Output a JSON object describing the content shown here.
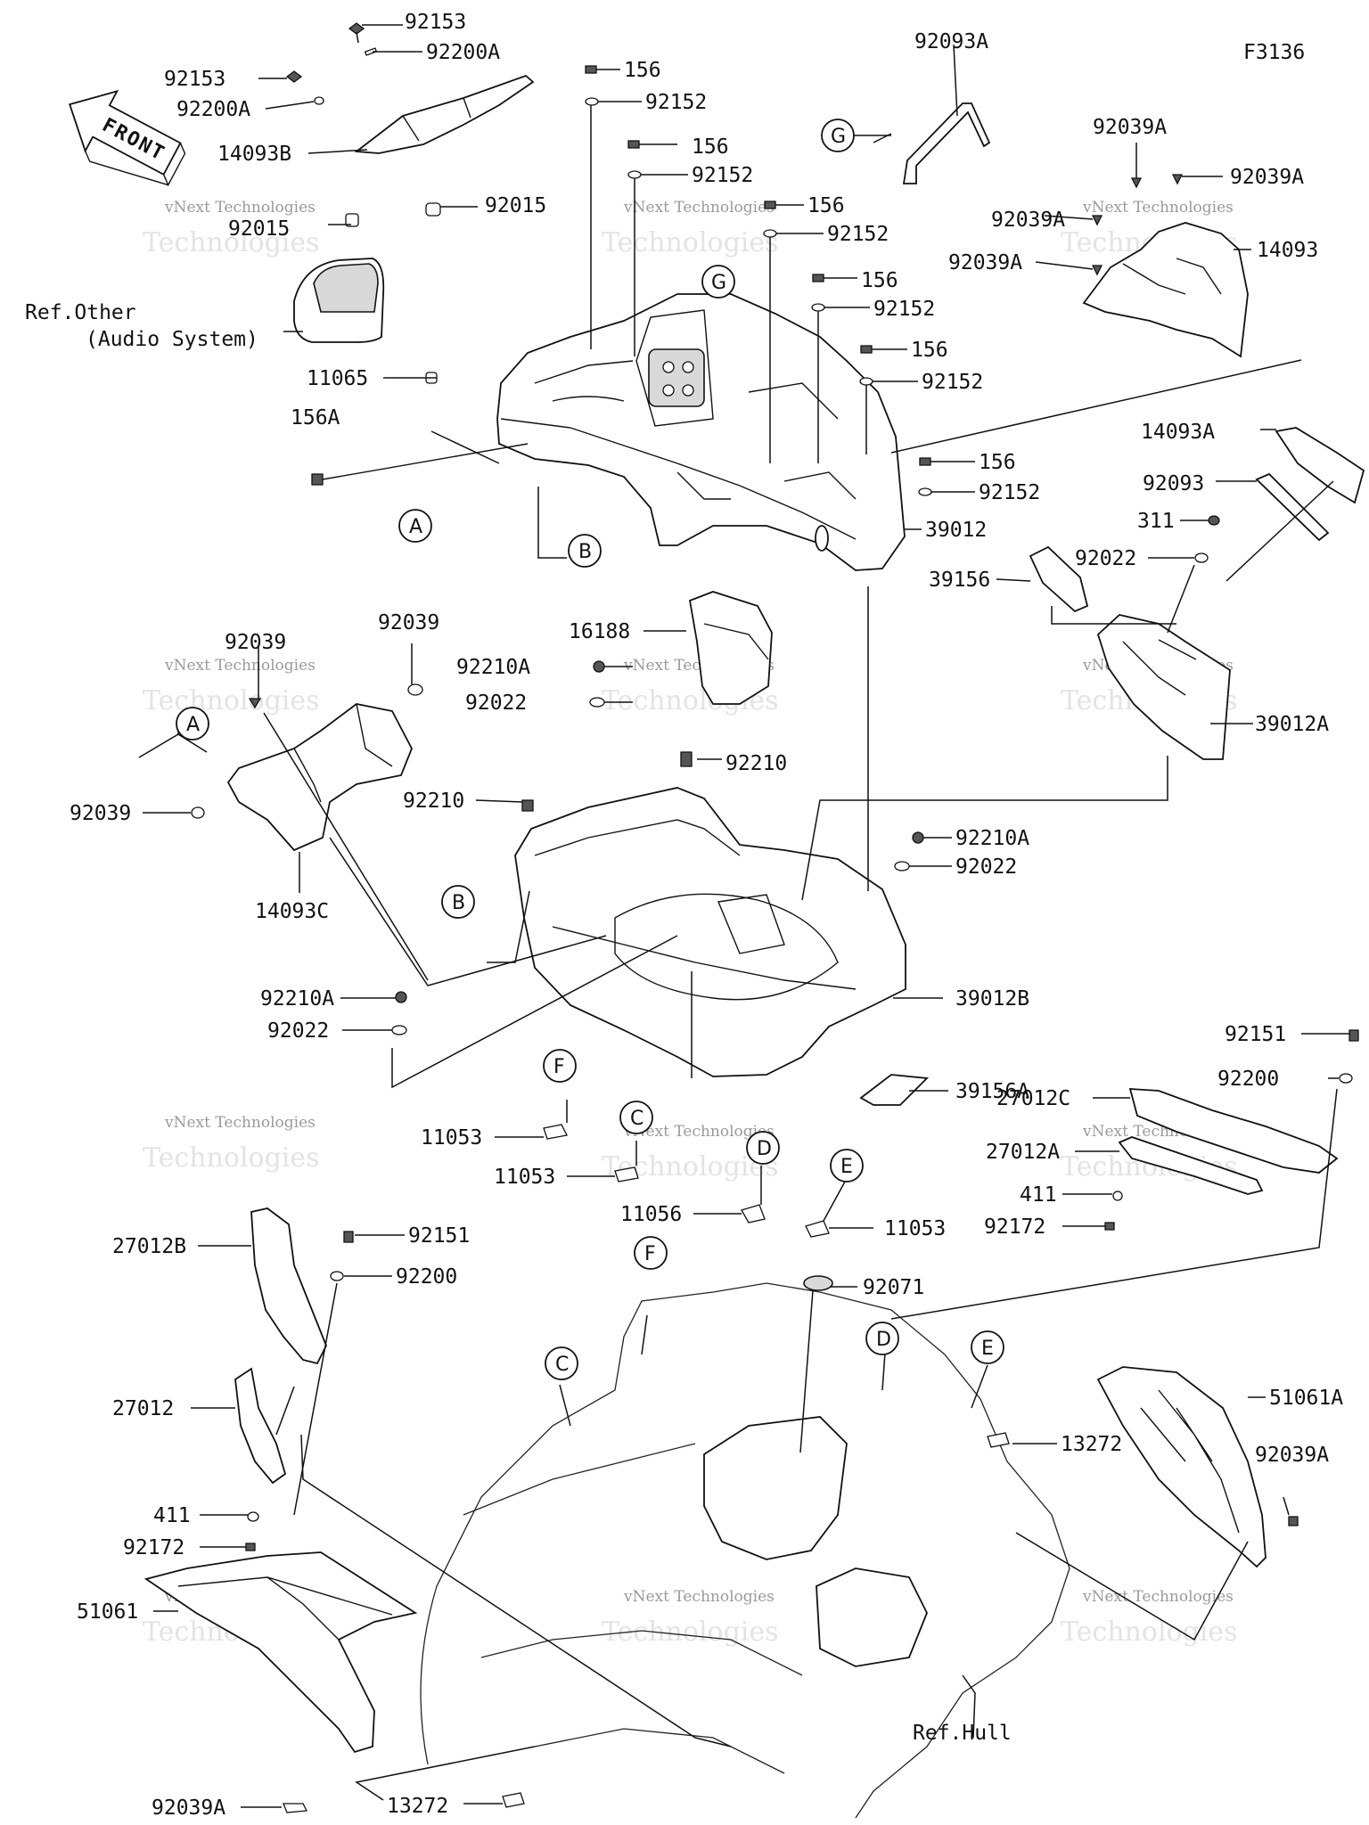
{
  "diagram_code": "F3136",
  "front_arrow": {
    "text": "FRONT"
  },
  "references": {
    "audio_system": [
      "Ref.Other",
      "(Audio System)"
    ],
    "hull": "Ref.Hull"
  },
  "watermark": {
    "line1": "vNext Technologies",
    "line2": "Technologies"
  },
  "labels": {
    "p92153_top": "92153",
    "p92200A_top": "92200A",
    "p92153_left": "92153",
    "p92200A_left": "92200A",
    "p14093B": "14093B",
    "p92015_right": "92015",
    "p92015_left": "92015",
    "p11065": "11065",
    "p156A": "156A",
    "p156_1": "156",
    "p92152_1": "92152",
    "p156_2": "156",
    "p92152_2": "92152",
    "p156_3": "156",
    "p92152_3": "92152",
    "p156_4": "156",
    "p92152_4": "92152",
    "p156_5": "156",
    "p92152_5": "92152",
    "p156_6": "156",
    "p92152_6": "92152",
    "p92093A": "92093A",
    "p92039A_a": "92039A",
    "p92039A_b": "92039A",
    "p92039A_c": "92039A",
    "p92039A_d": "92039A",
    "p14093": "14093",
    "p14093A": "14093A",
    "p92093": "92093",
    "p311": "311",
    "p92022_r": "92022",
    "p39156": "39156",
    "p39012": "39012",
    "p39012A": "39012A",
    "p92039_a": "92039",
    "p92039_b": "92039",
    "p92039_c": "92039",
    "p14093C": "14093C",
    "p16188": "16188",
    "p92210A_1": "92210A",
    "p92022_1": "92022",
    "p92210_1": "92210",
    "p92210_2": "92210",
    "p92210A_2": "92210A",
    "p92022_2": "92022",
    "p92210A_3": "92210A",
    "p92022_3": "92022",
    "p39012B": "39012B",
    "p39156A": "39156A",
    "p11053_1": "11053",
    "p11053_2": "11053",
    "p11056": "11056",
    "p11053_3": "11053",
    "p92151_r": "92151",
    "p92200_r": "92200",
    "p27012C": "27012C",
    "p27012A": "27012A",
    "p411_r": "411",
    "p92172_r": "92172",
    "p27012B": "27012B",
    "p92151_l": "92151",
    "p92200_l": "92200",
    "p27012": "27012",
    "p411_l": "411",
    "p92172_l": "92172",
    "p51061": "51061",
    "p92039A_bl": "92039A",
    "p13272_b": "13272",
    "p92071": "92071",
    "p13272_r": "13272",
    "p51061A": "51061A",
    "p92039A_br": "92039A"
  },
  "callouts": {
    "A1": "A",
    "A2": "A",
    "B1": "B",
    "B2": "B",
    "C1": "C",
    "C2": "C",
    "D1": "D",
    "D2": "D",
    "E1": "E",
    "E2": "E",
    "F1": "F",
    "F2": "F",
    "G1": "G",
    "G2": "G"
  }
}
